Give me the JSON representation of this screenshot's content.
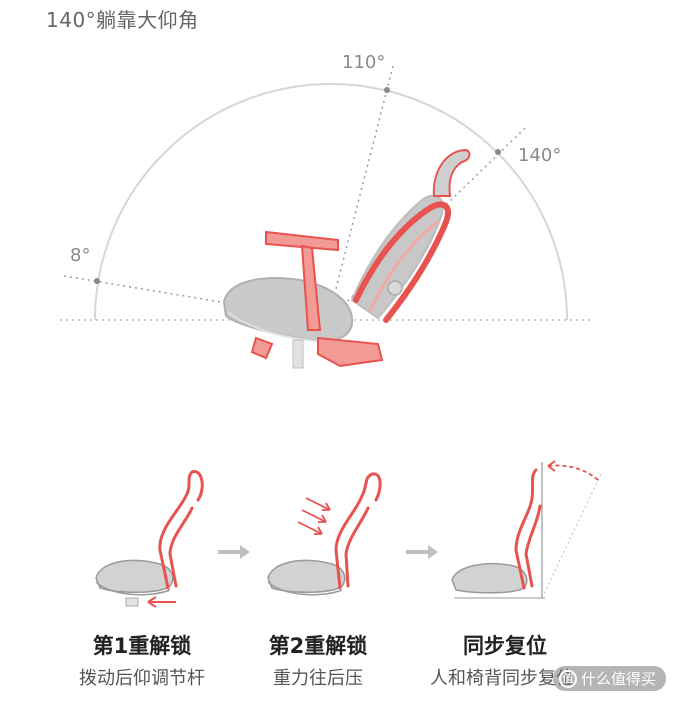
{
  "header": {
    "title": "140°躺靠大仰角"
  },
  "diagram": {
    "angles": [
      {
        "key": "a8",
        "label": "8°"
      },
      {
        "key": "a110",
        "label": "110°"
      },
      {
        "key": "a140",
        "label": "140°"
      }
    ]
  },
  "steps": [
    {
      "title": "第1重解锁",
      "subtitle": "拨动后仰调节杆"
    },
    {
      "title": "第2重解锁",
      "subtitle": "重力往后压"
    },
    {
      "title": "同步复位",
      "subtitle": "人和椅背同步复位"
    }
  ],
  "watermark": {
    "text": "什么值得买",
    "icon": "zhi-circle-icon"
  },
  "colors": {
    "accent": "#e8524f",
    "accent_light": "#f29a94",
    "line_gray": "#cccccc",
    "seat_gray": "#bdbdbd",
    "arrow_gray": "#bfbfbf"
  }
}
